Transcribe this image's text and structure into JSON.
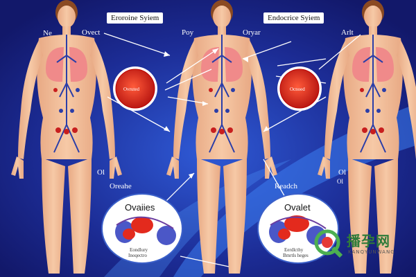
{
  "titles": {
    "left": "Eroroine Syiem",
    "right": "Endocrice Syiem"
  },
  "labels": {
    "left_a": "Ne",
    "left_b": "Ovect",
    "center_a": "Poy",
    "center_b": "Oryar",
    "right_a": "Arlt",
    "left_c": "Ol",
    "left_d": "Oreahe",
    "right_c": "Readch",
    "right_d": "Ol",
    "right_e": "Ol"
  },
  "circles": {
    "left": "Ovruted",
    "right": "Ocnoed"
  },
  "ovals": {
    "left_title": "Ovaiies",
    "left_caption_1": "Eondlury",
    "left_caption_2": "Inoqectro",
    "right_title": "Ovalet",
    "right_caption_1": "Eerdlcthy",
    "right_caption_2": "Bmrtls heges"
  },
  "watermark": {
    "text": "播孕网",
    "sub": "KANQYUNWANG"
  },
  "colors": {
    "background": "#1d2a8f",
    "skin": "#f3c09a",
    "lungs": "#f08a8a",
    "vessels": "#2b3ea8",
    "accent_red": "#d4221c"
  }
}
